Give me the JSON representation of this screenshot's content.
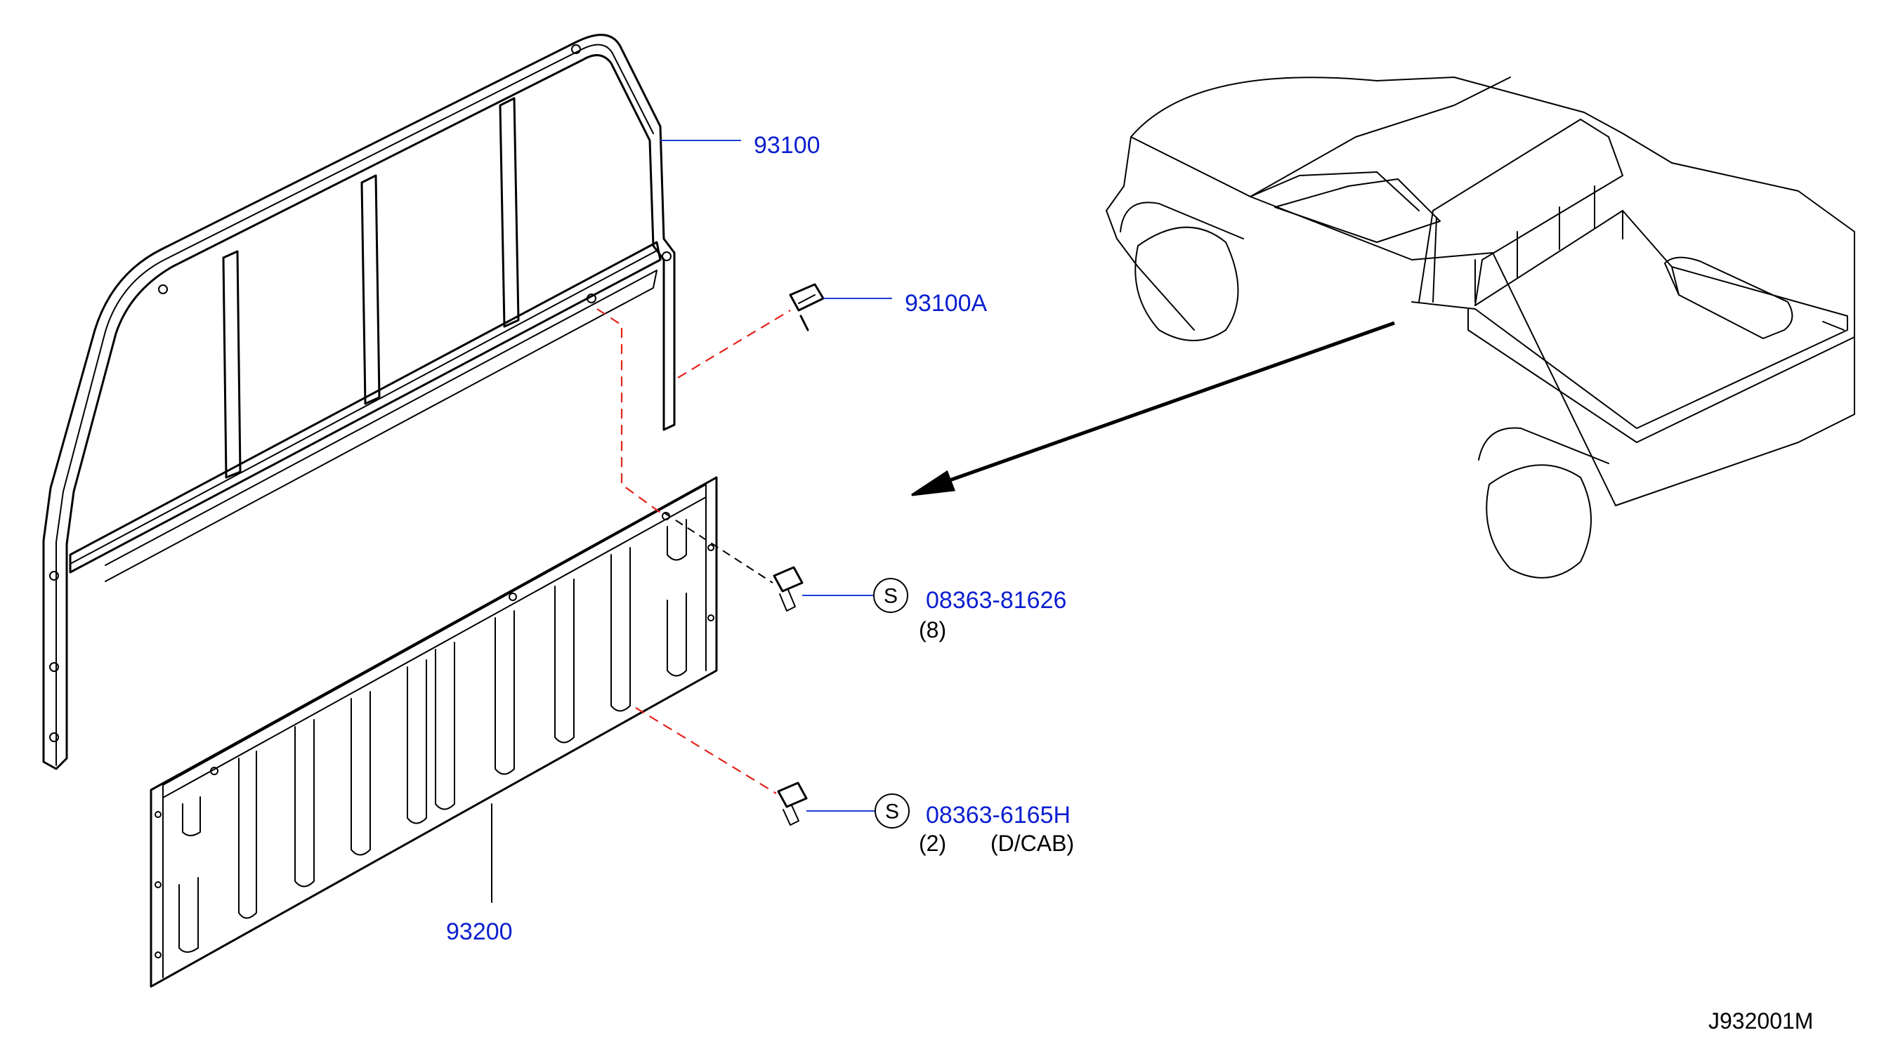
{
  "parts": {
    "guard_frame": "93100",
    "guard_bolt": "93100A",
    "bolt_a": {
      "symbol": "S",
      "number": "08363-81626",
      "qty": "(8)"
    },
    "bolt_b": {
      "symbol": "S",
      "number": "08363-6165H",
      "qty": "(2)",
      "note": "(D/CAB)"
    },
    "front_panel": "93200"
  },
  "diagram_code": "J932001M",
  "colors": {
    "part_label": "#0b1fcf",
    "leader": "#1a3fd6",
    "dashed_link": "#e2231a",
    "line": "#000000"
  }
}
